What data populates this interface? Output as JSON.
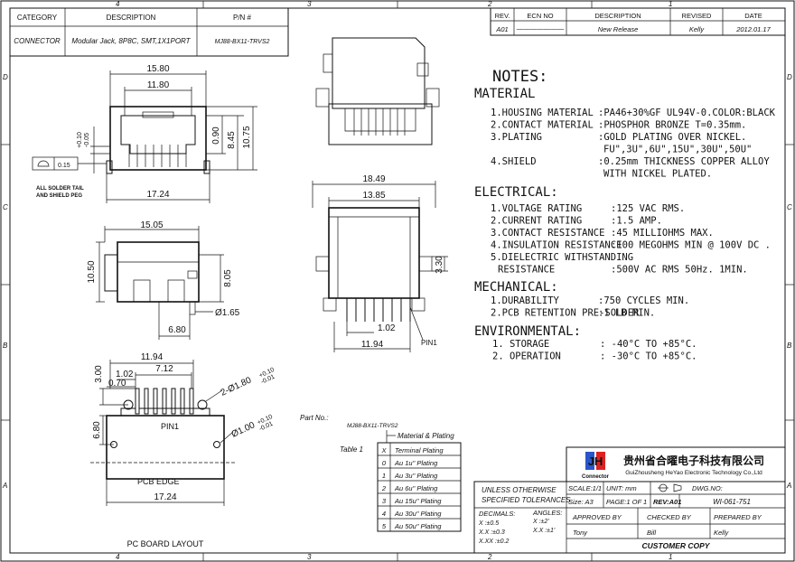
{
  "border": {
    "cols_top": [
      "4",
      "3",
      "2",
      "1"
    ],
    "cols_bottom": [
      "4",
      "3",
      "2",
      "1"
    ],
    "rows_left": [
      "D",
      "C",
      "B",
      "A"
    ],
    "rows_right": [
      "D",
      "C",
      "B",
      "A"
    ]
  },
  "header": {
    "headers": [
      "CATEGORY",
      "DESCRIPTION",
      "P/N #"
    ],
    "category": "CONNECTOR",
    "description": "Modular Jack, 8P8C, SMT,1X1PORT",
    "pn": "MJ88-BX11-TRVS2"
  },
  "revision": {
    "headers": [
      "REV.",
      "ECN NO",
      "DESCRIPTION",
      "REVISED",
      "DATE"
    ],
    "row": [
      "A01",
      "———————",
      "New Release",
      "Kelly",
      "2012.01.17"
    ]
  },
  "notes": {
    "title": "NOTES:",
    "material_title": "MATERIAL",
    "material": [
      {
        "k": "1.HOUSING MATERIAL",
        "v": ":PA46+30%GF UL94V-0.COLOR:BLACK"
      },
      {
        "k": "2.CONTACT MATERIAL",
        "v": ":PHOSPHOR BRONZE T=0.35mm."
      },
      {
        "k": "3.PLATING",
        "v": ":GOLD PLATING OVER NICKEL."
      },
      {
        "k": "",
        "v": "FU\",3U\",6U\",15U\",30U\",50U\""
      },
      {
        "k": "4.SHIELD",
        "v": ":0.25mm THICKNESS COPPER ALLOY"
      },
      {
        "k": "",
        "v": "WITH NICKEL PLATED."
      }
    ],
    "electrical_title": "ELECTRICAL:",
    "electrical": [
      {
        "k": "1.VOLTAGE RATING",
        "v": ":125 VAC RMS."
      },
      {
        "k": "2.CURRENT RATING",
        "v": ":1.5 AMP."
      },
      {
        "k": "3.CONTACT RESISTANCE",
        "v": ":45 MILLIOHMS MAX."
      },
      {
        "k": "4.INSULATION RESISTANCE",
        "v": ":100 MEGOHMS MIN @ 100V DC ."
      },
      {
        "k": "5.DIELECTRIC WITHSTANDING",
        "v": ""
      },
      {
        "k": "RESISTANCE",
        "v": ":500V AC RMS 50Hz. 1MIN."
      }
    ],
    "mechanical_title": "MECHANICAL:",
    "mechanical": [
      {
        "k": "1.DURABILITY",
        "v": ":750 CYCLES MIN."
      },
      {
        "k": "2.PCB RETENTION PRE-SOLDER",
        "v": ":1 LB MIN."
      }
    ],
    "environmental_title": "ENVIRONMENTAL:",
    "environmental": [
      {
        "k": "1. STORAGE",
        "v": ": -40°C TO +85°C."
      },
      {
        "k": "2. OPERATION",
        "v": ": -30°C TO +85°C."
      }
    ]
  },
  "dims": {
    "front": [
      "15.80",
      "11.80",
      "0.90",
      "8.45",
      "10.75",
      "17.24",
      "0.15"
    ],
    "front_tol": [
      "+0.10",
      "-0.05"
    ],
    "side": [
      "15.05",
      "10.50",
      "8.05",
      "6.80",
      "Ø1.65"
    ],
    "top_right": [
      "18.49",
      "13.85",
      "3.30",
      "1.02",
      "11.94",
      "PIN1"
    ],
    "pcb": [
      "11.94",
      "7.12",
      "1.02",
      "0.70",
      "3.00",
      "6.80",
      "17.24",
      "PIN1",
      "PCB EDGE"
    ],
    "pcb_holes": [
      {
        "label": "2-Ø1.80",
        "tol": [
          "+0.10",
          "-0.01"
        ]
      },
      {
        "label": "Ø1.00",
        "tol": [
          "+0.10",
          "-0.01"
        ]
      }
    ],
    "solder_note": [
      "ALL SOLDER TAIL",
      "AND SHIELD PEG"
    ],
    "pcb_layout_title": "PC BOARD LAYOUT"
  },
  "part_table": {
    "part_no_label": "Part No.:",
    "part_no": "MJ88-BX11-TRVS2",
    "mp_label": "Material & Plating",
    "table_label": "Table 1",
    "header": [
      "X",
      "Terminal Plating"
    ],
    "rows": [
      [
        "0",
        "Au 1u\" Plating"
      ],
      [
        "1",
        "Au 3u\" Plating"
      ],
      [
        "2",
        "Au 6u\" Plating"
      ],
      [
        "3",
        "Au 15u\" Plating"
      ],
      [
        "4",
        "Au 30u\" Plating"
      ],
      [
        "5",
        "Au 50u\" Plating"
      ]
    ]
  },
  "title_block": {
    "company_cn": "贵州省合曜电子科技有限公司",
    "company_en": "GuiZhousheng HeYao Electronic Technology Co.,Ltd",
    "logo_text": "Connector",
    "tolerance_lines": [
      "UNLESS OTHERWISE",
      "SPECIFIED TOLERANCES"
    ],
    "decimals_label": "DECIMALS:",
    "decimals": [
      "X    :±0.5",
      "X.X  :±0.3",
      "X.XX :±0.2"
    ],
    "angles_label": "ANGLES:",
    "angles": [
      "X   :±2'",
      "X.X :±1'"
    ],
    "scale": "SCALE:1/1",
    "unit": "UNIT: mm",
    "dwg_no_label": "DWG.NO:",
    "dwg_no": "WI-061-751",
    "size": "Size: A3",
    "page": "PAGE:1 OF 1",
    "rev": "REV:A01",
    "approved_by": "APPROVED BY",
    "checked_by": "CHECKED BY",
    "prepared_by": "PREPARED BY",
    "approved_name": "Tony",
    "checked_name": "Bill",
    "prepared_name": "Kelly",
    "customer_copy": "CUSTOMER COPY"
  }
}
